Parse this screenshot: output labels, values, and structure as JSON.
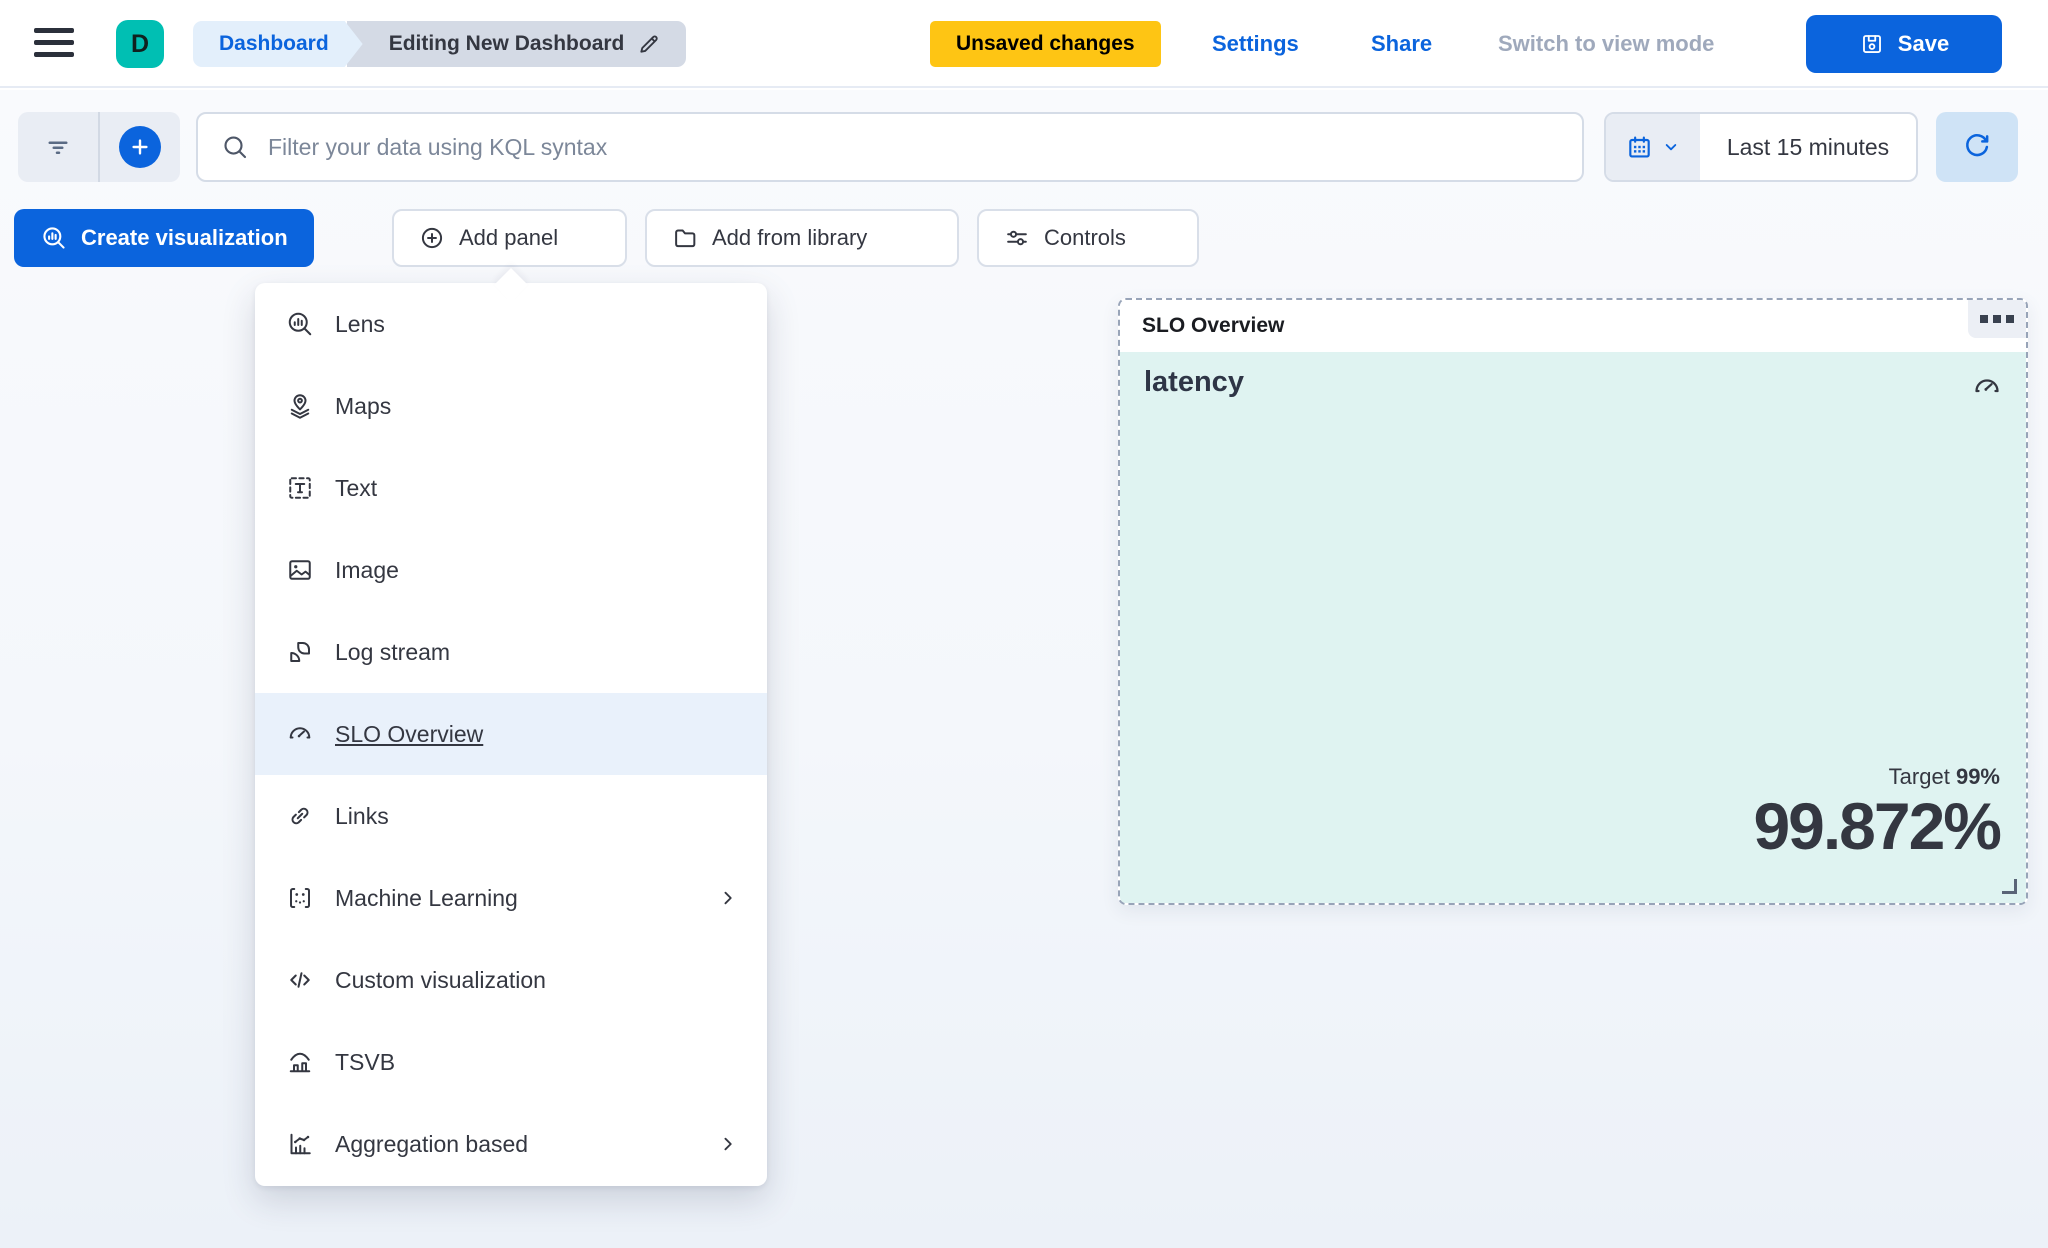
{
  "header": {
    "logo_letter": "D",
    "breadcrumb_dashboard": "Dashboard",
    "breadcrumb_current": "Editing New Dashboard",
    "unsaved_badge": "Unsaved changes",
    "settings_link": "Settings",
    "share_link": "Share",
    "view_mode_link": "Switch to view mode",
    "save_button": "Save"
  },
  "query_bar": {
    "kql_placeholder": "Filter your data using KQL syntax",
    "time_range": "Last 15 minutes"
  },
  "action_bar": {
    "create_visualization": "Create visualization",
    "add_panel": "Add panel",
    "add_from_library": "Add from library",
    "controls": "Controls"
  },
  "add_panel_menu": {
    "items": [
      {
        "label": "Lens",
        "selected": false,
        "has_submenu": false
      },
      {
        "label": "Maps",
        "selected": false,
        "has_submenu": false
      },
      {
        "label": "Text",
        "selected": false,
        "has_submenu": false
      },
      {
        "label": "Image",
        "selected": false,
        "has_submenu": false
      },
      {
        "label": "Log stream",
        "selected": false,
        "has_submenu": false
      },
      {
        "label": "SLO Overview",
        "selected": true,
        "has_submenu": false
      },
      {
        "label": "Links",
        "selected": false,
        "has_submenu": false
      },
      {
        "label": "Machine Learning",
        "selected": false,
        "has_submenu": true
      },
      {
        "label": "Custom visualization",
        "selected": false,
        "has_submenu": false
      },
      {
        "label": "TSVB",
        "selected": false,
        "has_submenu": false
      },
      {
        "label": "Aggregation based",
        "selected": false,
        "has_submenu": true
      }
    ]
  },
  "slo_panel": {
    "title": "SLO Overview",
    "slo_name": "latency",
    "target_label": "Target",
    "target_value": "99%",
    "value": "99.872%"
  },
  "colors": {
    "primary_blue": "#0B64DD",
    "brand_teal": "#00BFB3",
    "warning_yellow": "#FEC514",
    "panel_mint": "#DFF3F1",
    "menu_highlight": "#E9F1FB"
  }
}
